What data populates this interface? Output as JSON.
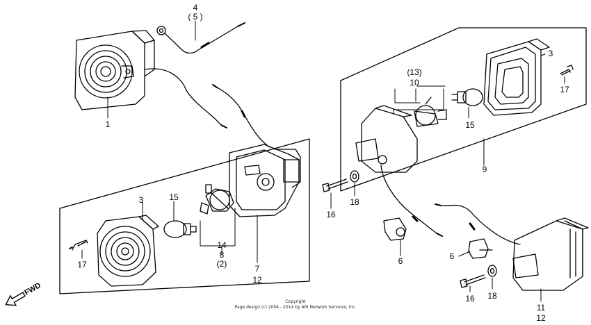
{
  "callouts": {
    "c1": "1",
    "c3_left": "3",
    "c3_right": "3",
    "c4": "4",
    "c5": "( 5 )",
    "c6_a": "6",
    "c6_b": "6",
    "c7": "7",
    "c8": "8",
    "c2": "(2)",
    "c9": "9",
    "c10": "10",
    "c13": "(13)",
    "c11": "11",
    "c12_left": "12",
    "c12_right": "12",
    "c14": "14",
    "c15_left": "15",
    "c15_right": "15",
    "c16_left": "16",
    "c16_right": "16",
    "c17_left": "17",
    "c17_right": "17",
    "c18_left": "18",
    "c18_right": "18"
  },
  "fwd_label": "FWD",
  "copyright": {
    "line1": "Copyright",
    "line2": "Page design (c) 2004 - 2014 by ARI Network Services, Inc."
  },
  "colors": {
    "ink": "#000000",
    "background": "#ffffff"
  }
}
